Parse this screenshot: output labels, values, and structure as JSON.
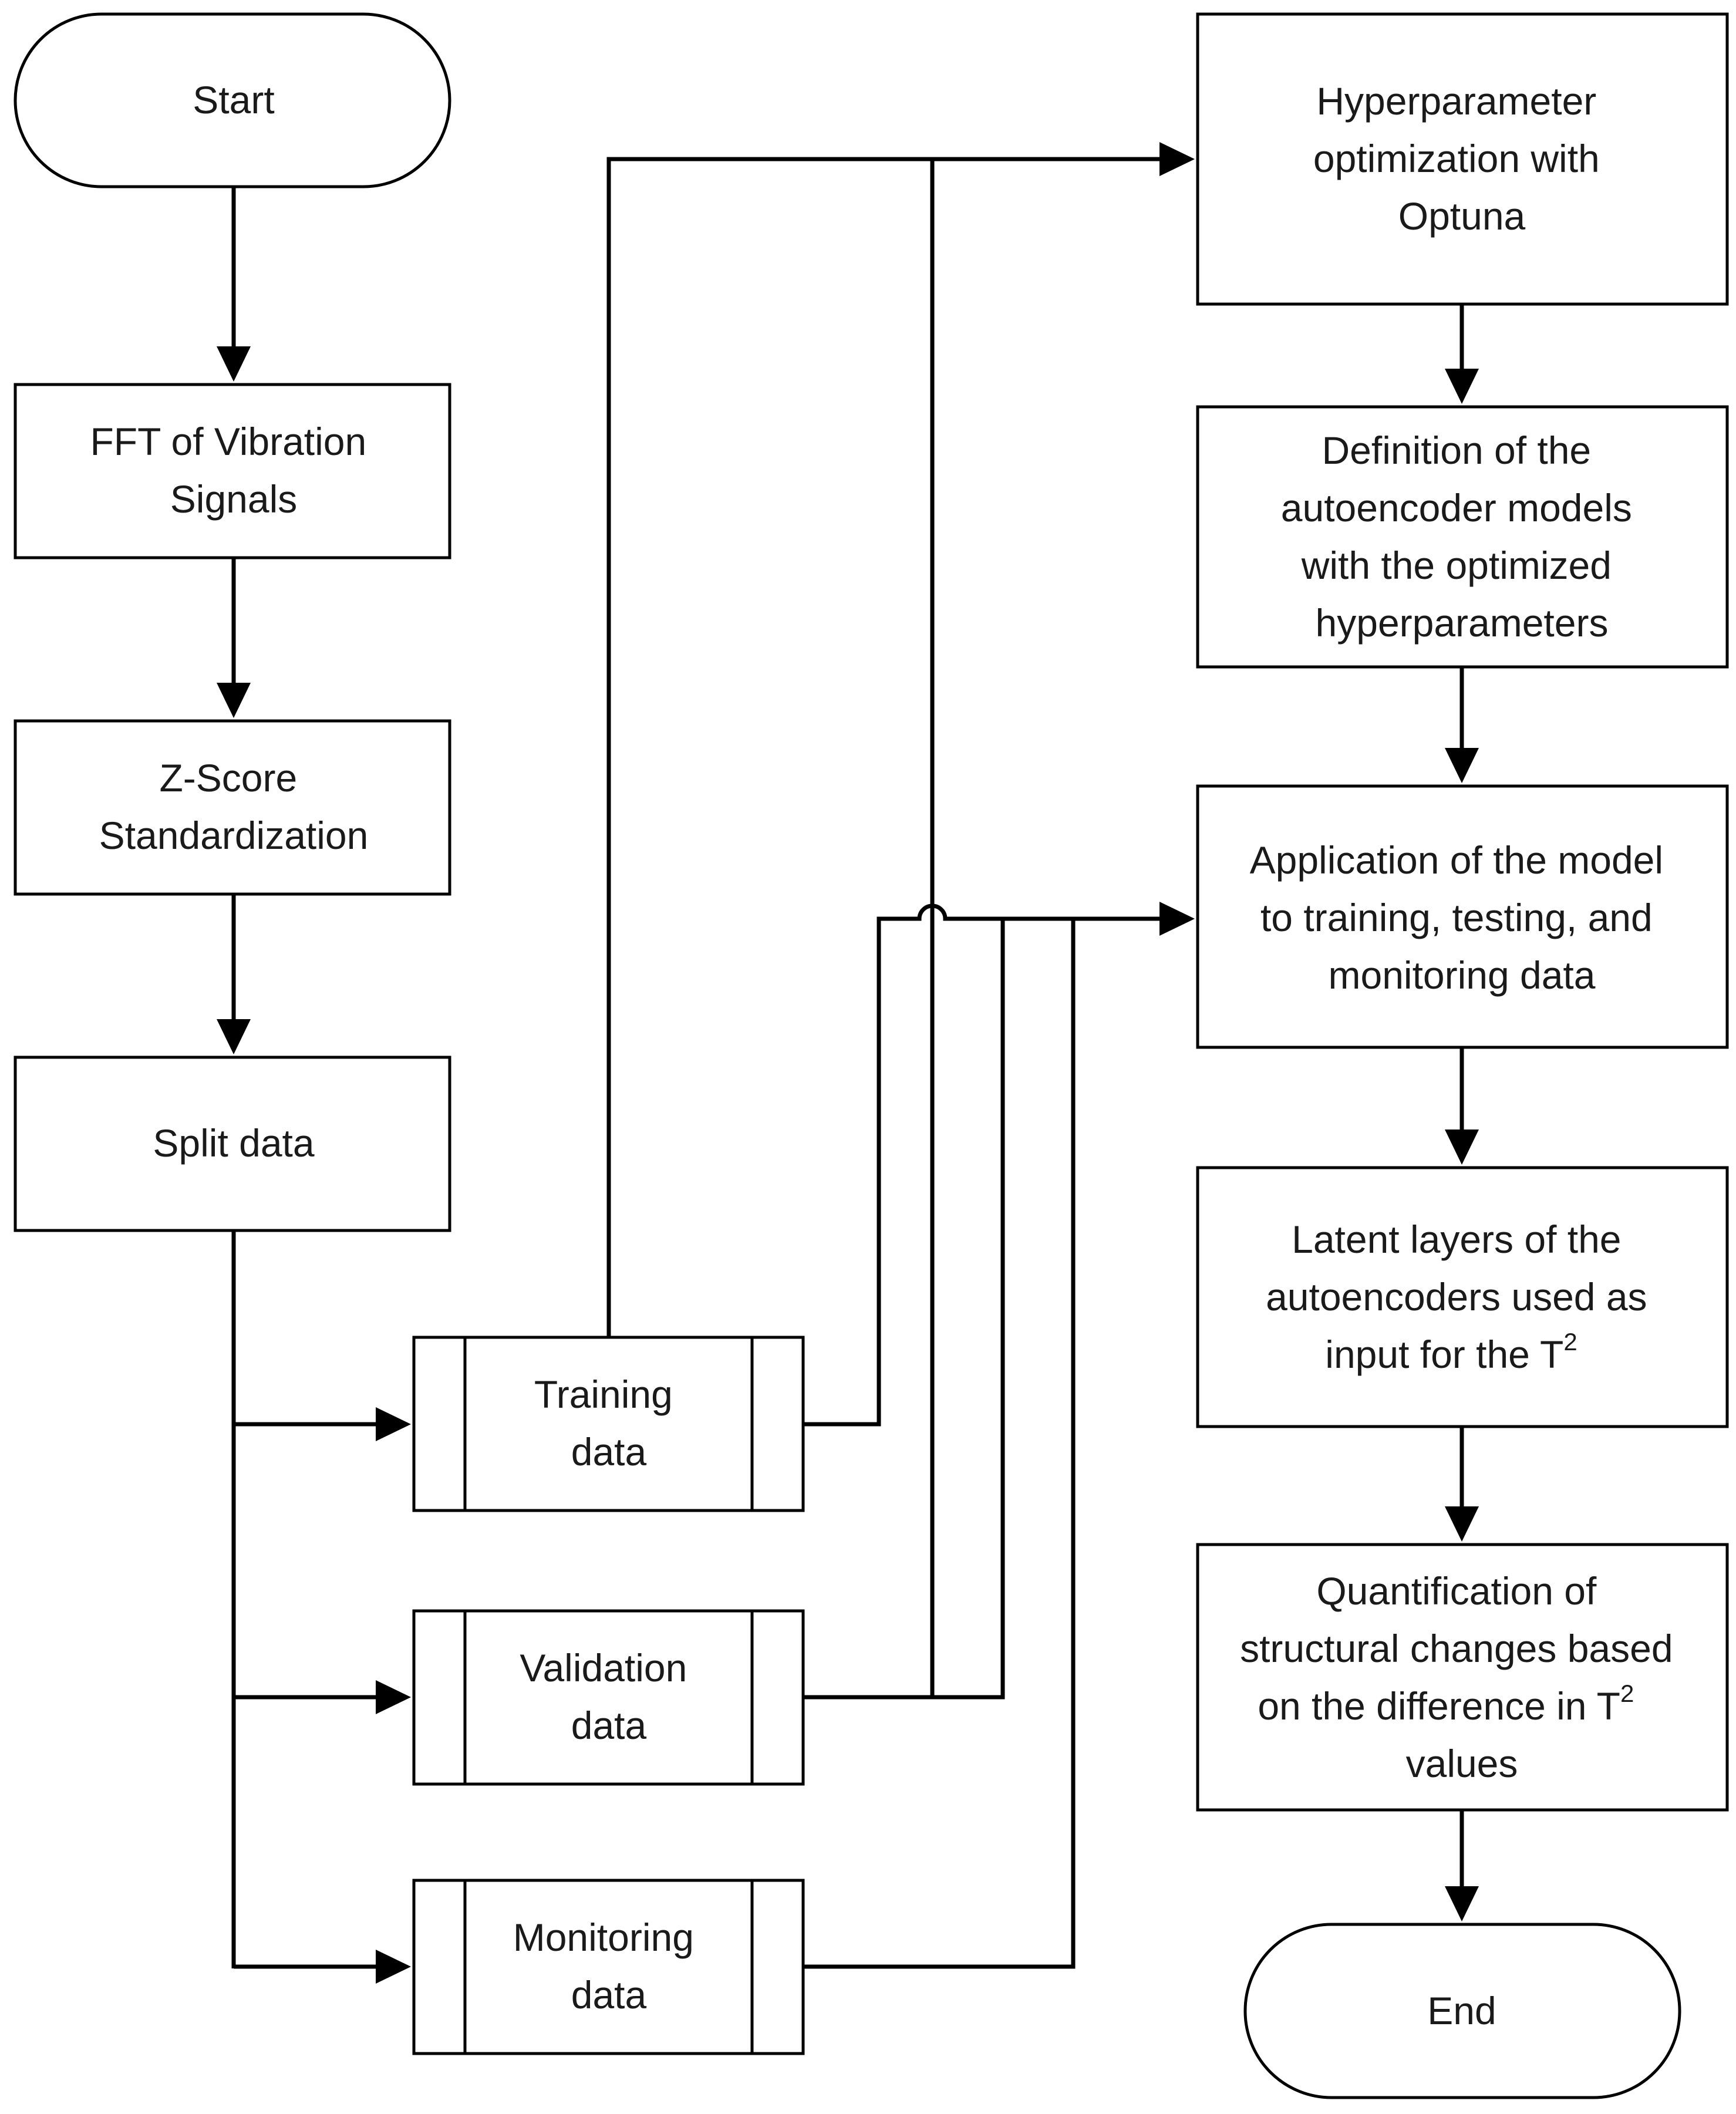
{
  "nodes": {
    "start": {
      "lines": [
        "Start"
      ]
    },
    "fft": {
      "lines": [
        "FFT of Vibration",
        "Signals"
      ]
    },
    "zscore": {
      "lines": [
        "Z-Score",
        "Standardization"
      ]
    },
    "split": {
      "lines": [
        "Split data"
      ]
    },
    "training": {
      "lines": [
        "Training",
        "data"
      ]
    },
    "validation": {
      "lines": [
        "Validation",
        "data"
      ]
    },
    "monitoring": {
      "lines": [
        "Monitoring",
        "data"
      ]
    },
    "optuna": {
      "lines": [
        "Hyperparameter",
        "optimization with",
        "Optuna"
      ]
    },
    "definition": {
      "lines": [
        "Definition of the",
        "autoencoder models",
        "with the optimized",
        "hyperparameters"
      ]
    },
    "application": {
      "lines": [
        "Application of the model",
        "to training, testing, and",
        "monitoring data"
      ]
    },
    "latent": {
      "lines": [
        "Latent layers of the",
        "autoencoders used as",
        "input for the T"
      ],
      "superscripts": {
        "2": "2"
      }
    },
    "quantification": {
      "lines": [
        "Quantification of",
        "structural changes based",
        "on the difference in T",
        "values"
      ],
      "superscripts": {
        "2": "2"
      }
    },
    "end": {
      "lines": [
        "End"
      ]
    }
  },
  "edges": [
    {
      "from": "start",
      "to": "fft"
    },
    {
      "from": "fft",
      "to": "zscore"
    },
    {
      "from": "zscore",
      "to": "split"
    },
    {
      "from": "split",
      "to": "training"
    },
    {
      "from": "split",
      "to": "validation"
    },
    {
      "from": "split",
      "to": "monitoring"
    },
    {
      "from": "training",
      "to": "optuna"
    },
    {
      "from": "validation",
      "to": "optuna"
    },
    {
      "from": "training",
      "to": "application"
    },
    {
      "from": "validation",
      "to": "application"
    },
    {
      "from": "monitoring",
      "to": "application"
    },
    {
      "from": "optuna",
      "to": "definition"
    },
    {
      "from": "definition",
      "to": "application"
    },
    {
      "from": "application",
      "to": "latent"
    },
    {
      "from": "latent",
      "to": "quantification"
    },
    {
      "from": "quantification",
      "to": "end"
    }
  ]
}
